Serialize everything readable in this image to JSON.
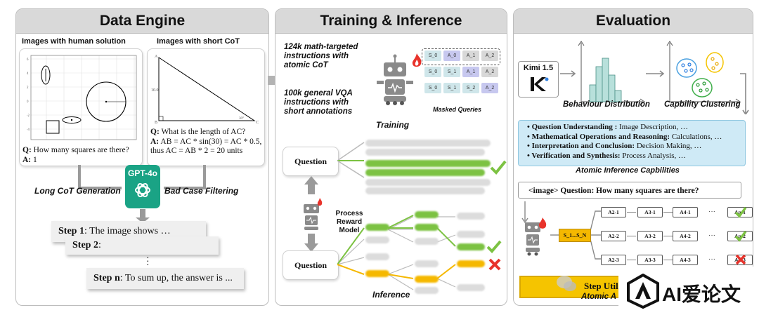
{
  "panels": {
    "data_engine": {
      "title": "Data Engine",
      "human_solution_label": "Images with human solution",
      "short_cot_label": "Images with short CoT",
      "q1_prefix": "Q:",
      "q1_text": "How many squares are there?",
      "a1_prefix": "A:",
      "a1_text": "1",
      "q2_prefix": "Q:",
      "q2_text": "What is the length of AC?",
      "a2_prefix": "A:",
      "a2_text": "AB = AC * sin(30) = AC * 0.5, thus AC = AB * 2 = 20 units",
      "tri_a": "A",
      "tri_b": "B",
      "tri_c": "C",
      "tri_side": "10.0",
      "tri_angle": "30°",
      "gpt_label": "GPT-4o",
      "long_cot": "Long CoT Generation",
      "bad_case": "Bad Case Filtering",
      "step1_label": "Step 1",
      "step1_text": ": The image shows …",
      "step2_label": "Step 2",
      "step2_text": ":",
      "stepn_label": "Step n",
      "stepn_text": ": To sum up, the answer is ..."
    },
    "training": {
      "title": "Training & Inference",
      "instr1": "124k math-targeted instructions with atomic CoT",
      "instr2": "100k general VQA instructions with short annotations",
      "training_label": "Training",
      "masked_label": "Masked Queries",
      "question1": "Question",
      "question2": "Question",
      "prm": "Process Reward Model",
      "inference_label": "Inference",
      "cells": [
        {
          "t": "S_0",
          "c": "#cfe6ea"
        },
        {
          "t": "A_0",
          "c": "#c7c8ef"
        },
        {
          "t": "A_1",
          "c": "#d8d8d8"
        },
        {
          "t": "A_2",
          "c": "#d8d8d8"
        },
        {
          "t": "S_0",
          "c": "#cfe6ea"
        },
        {
          "t": "S_1",
          "c": "#cfe6ea"
        },
        {
          "t": "A_1",
          "c": "#c7c8ef"
        },
        {
          "t": "A_2",
          "c": "#d8d8d8"
        },
        {
          "t": "S_0",
          "c": "#cfe6ea"
        },
        {
          "t": "S_1",
          "c": "#cfe6ea"
        },
        {
          "t": "S_2",
          "c": "#cfe6ea"
        },
        {
          "t": "A_2",
          "c": "#c7c8ef"
        }
      ]
    },
    "evaluation": {
      "title": "Evaluation",
      "kimi_label": "Kimi 1.5",
      "behaviour": "Behaviour Distribution",
      "clustering": "Capbility Clustering",
      "bullets": [
        {
          "b": "Question Understanding :",
          "t": " Image Description, …"
        },
        {
          "b": "Mathematical Operations and Reasoning:",
          "t": " Calculations, …"
        },
        {
          "b": "Interpretation and Conclusion:",
          "t": " Decision Making, …"
        },
        {
          "b": "Verification and Synthesis:",
          "t": " Process Analysis, …"
        }
      ],
      "atomic_label": "Atomic Inference Capbilities",
      "question_box": "<image>  Question: How many squares are there?",
      "sn_label": "S_1...S_N",
      "rows": [
        [
          "A2-1",
          "A3-1",
          "A4-1",
          "An-1"
        ],
        [
          "A2-2",
          "A3-2",
          "A4-2",
          "An-2"
        ],
        [
          "A2-3",
          "A3-3",
          "A4-3",
          "An-3"
        ]
      ],
      "ellipsis": "···",
      "step_util": "Step Util",
      "atomic_a": "Atomic A",
      "watermark": "AI爱论文"
    }
  },
  "colors": {
    "green": "#7cc242",
    "orange": "#f5b800",
    "gpt_green": "#1aa385",
    "red": "#e8332b",
    "light_blue": "#cfeaf6"
  }
}
